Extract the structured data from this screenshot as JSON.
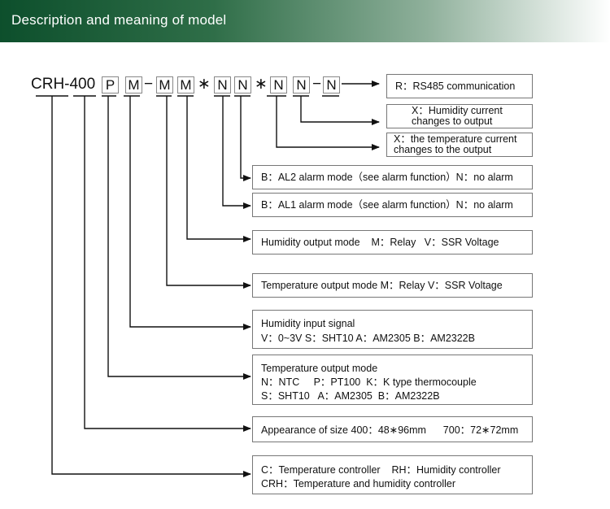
{
  "header": {
    "title": "Description and meaning of model"
  },
  "model": {
    "prefix": "CRH-400",
    "codes": [
      "P",
      "M",
      "M",
      "M",
      "N",
      "N",
      "N",
      "N",
      "N"
    ],
    "dash": "−",
    "star": "∗"
  },
  "descriptions": {
    "r": {
      "lines": [
        "R：RS485 communication"
      ]
    },
    "x_humidity": {
      "lines": [
        "X：Humidity current",
        "changes to output"
      ]
    },
    "x_temperature": {
      "lines": [
        "X：the temperature current",
        "changes to the output"
      ]
    },
    "al2": {
      "lines": [
        "B：AL2 alarm mode（see alarm function）N：no alarm"
      ]
    },
    "al1": {
      "lines": [
        "B：AL1 alarm mode（see alarm function）N：no alarm"
      ]
    },
    "humidity_output": {
      "lines": [
        "Humidity output mode    M：Relay   V：SSR Voltage"
      ]
    },
    "temperature_output": {
      "lines": [
        "Temperature output mode M：Relay V：SSR Voltage"
      ]
    },
    "humidity_input": {
      "lines": [
        "Humidity input signal",
        "V：0~3V S：SHT10 A：AM2305 B：AM2322B"
      ]
    },
    "temperature_input": {
      "lines": [
        "Temperature output mode",
        "N：NTC     P：PT100  K：K type thermocouple",
        "S：SHT10   A：AM2305  B：AM2322B"
      ]
    },
    "size": {
      "lines": [
        "Appearance of size 400：48∗96mm      700：72∗72mm"
      ]
    },
    "type": {
      "lines": [
        "C：Temperature controller    RH：Humidity controller",
        "CRH：Temperature and humidity controller"
      ]
    }
  }
}
